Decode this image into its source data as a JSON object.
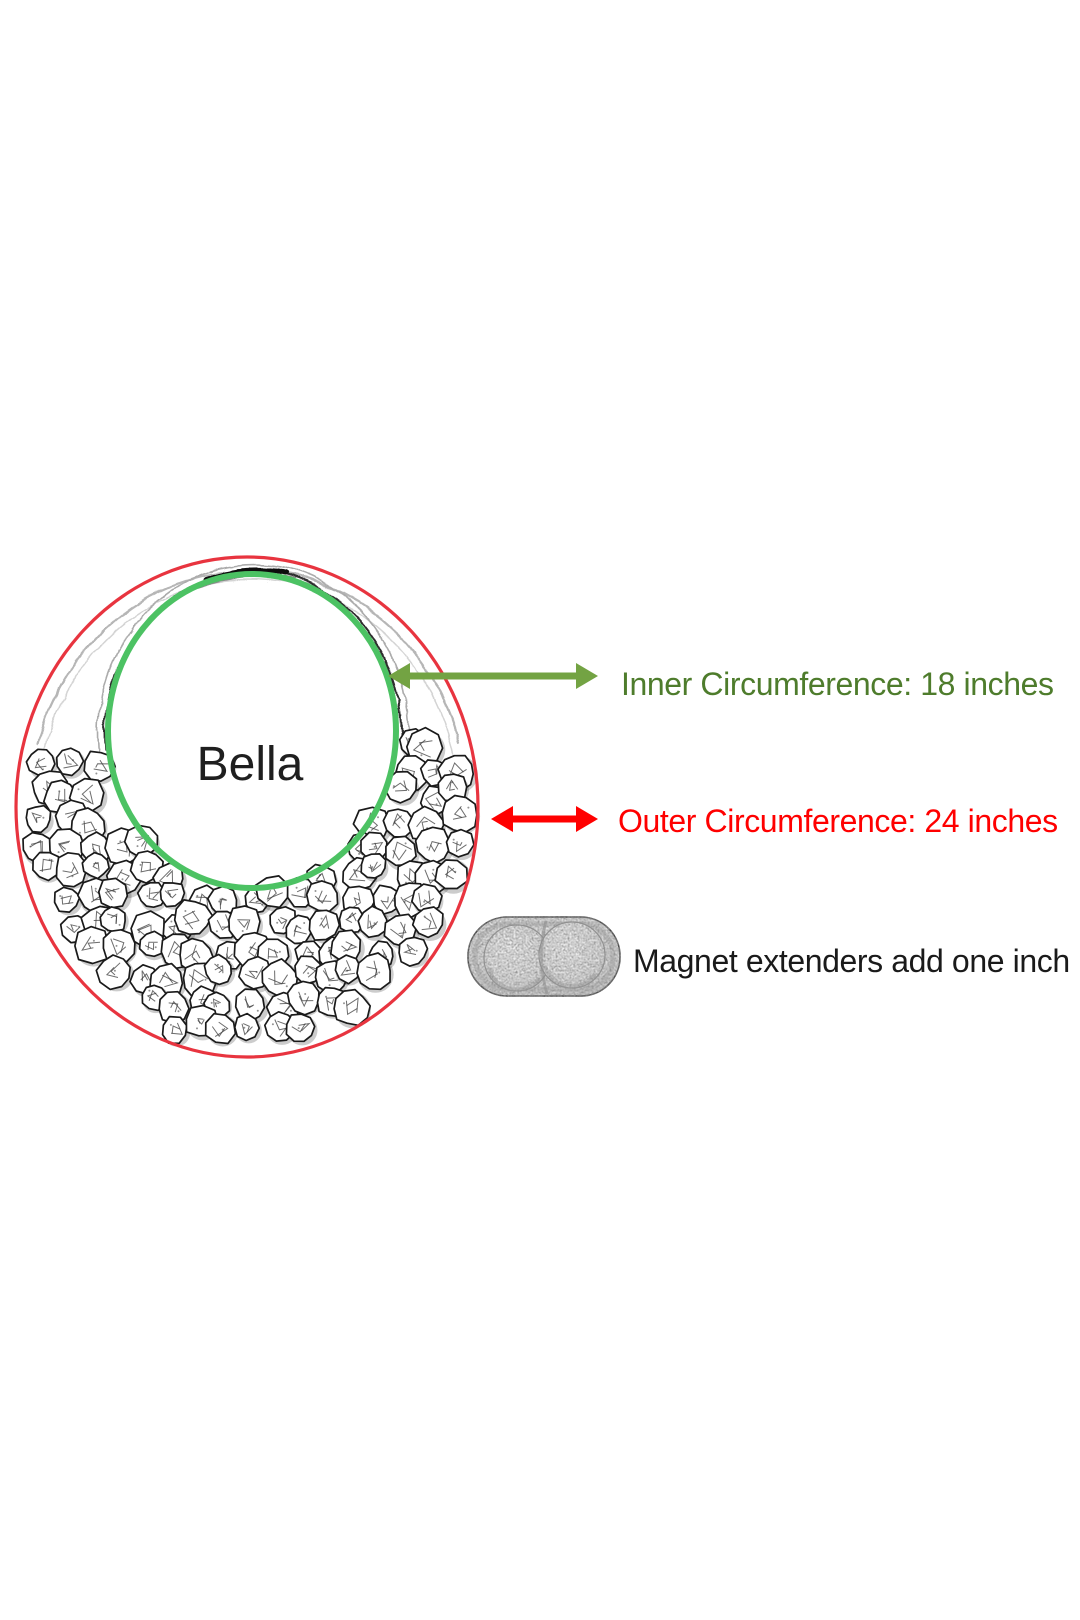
{
  "figure": {
    "product_name": "Bella",
    "product_name_color": "#1f1f1f",
    "rings": {
      "inner": {
        "name": "inner-circumference-ring",
        "color": "#4cc263",
        "circumference_inches": 18
      },
      "outer": {
        "name": "outer-circumference-ring",
        "color": "#e8343f",
        "circumference_inches": 24
      }
    },
    "annotations": {
      "inner": {
        "label": "Inner Circumference: 18 inches",
        "text_color": "#4e7c2c",
        "arrow_color": "#73a343"
      },
      "outer": {
        "label": "Outer Circumference: 24 inches",
        "text_color": "#ff0000",
        "arrow_color": "#ff0000"
      },
      "magnet": {
        "label": "Magnet extenders add one inch",
        "text_color": "#1a1a1a",
        "extender_adds_inches": 1
      }
    }
  }
}
